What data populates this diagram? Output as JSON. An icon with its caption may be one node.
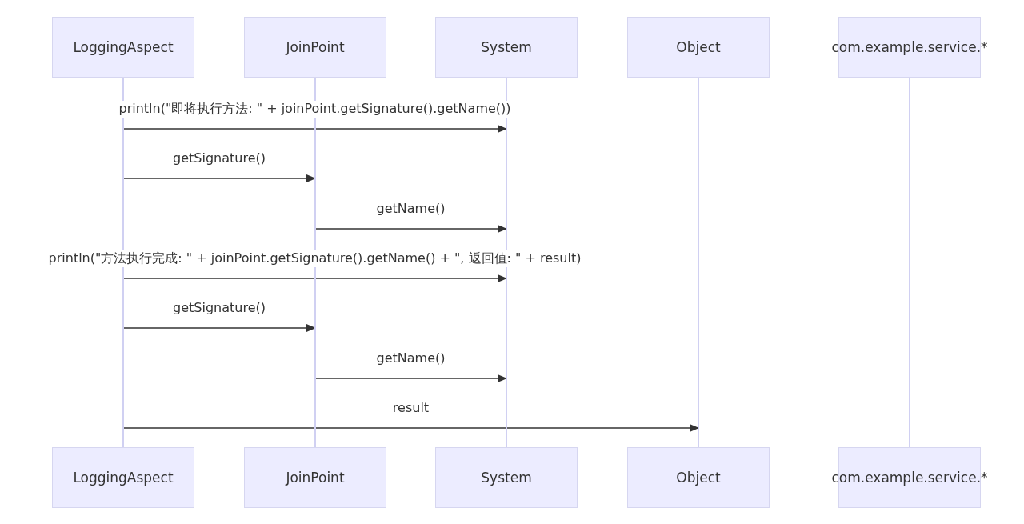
{
  "diagram": {
    "nodes": [
      {
        "text": [
          "LoggingAspect"
        ]
      },
      {
        "text": [
          "JoinPoint"
        ]
      },
      {
        "text": [
          "System"
        ]
      },
      {
        "text": [
          "Object"
        ]
      },
      {
        "text": [
          "com.example.service.*"
        ]
      },
      {
        "text": [
          "LoggingAspect"
        ]
      },
      {
        "text": [
          "JoinPoint"
        ]
      },
      {
        "text": [
          "System"
        ]
      },
      {
        "text": [
          "Object"
        ]
      },
      {
        "text": [
          "com.example.service.*"
        ]
      },
      {
        "text": [],
        "shape": "bar"
      },
      {
        "text": [],
        "shape": "bar"
      },
      {
        "text": [],
        "shape": "bar"
      },
      {
        "text": [],
        "shape": "bar"
      },
      {
        "text": [],
        "shape": "bar"
      }
    ],
    "edges": [
      {
        "from": 10,
        "to": 12,
        "arrow": "to",
        "label": "println(\"即将执行方法: \" + joinPoint.getSignature().getName())"
      },
      {
        "from": 10,
        "to": 11,
        "arrow": "to",
        "label": "getSignature()"
      },
      {
        "from": 11,
        "to": 12,
        "arrow": "to",
        "label": "getName()"
      },
      {
        "from": 10,
        "to": 12,
        "arrow": "to",
        "label": "println(\"方法执行完成: \" + joinPoint.getSignature().getName() + \", 返回值: \" + result)"
      },
      {
        "from": 10,
        "to": 11,
        "arrow": "to",
        "label": "getSignature()"
      },
      {
        "from": 11,
        "to": 12,
        "arrow": "to",
        "label": "getName()"
      },
      {
        "from": 10,
        "to": 13,
        "arrow": "to",
        "label": "result"
      }
    ]
  }
}
